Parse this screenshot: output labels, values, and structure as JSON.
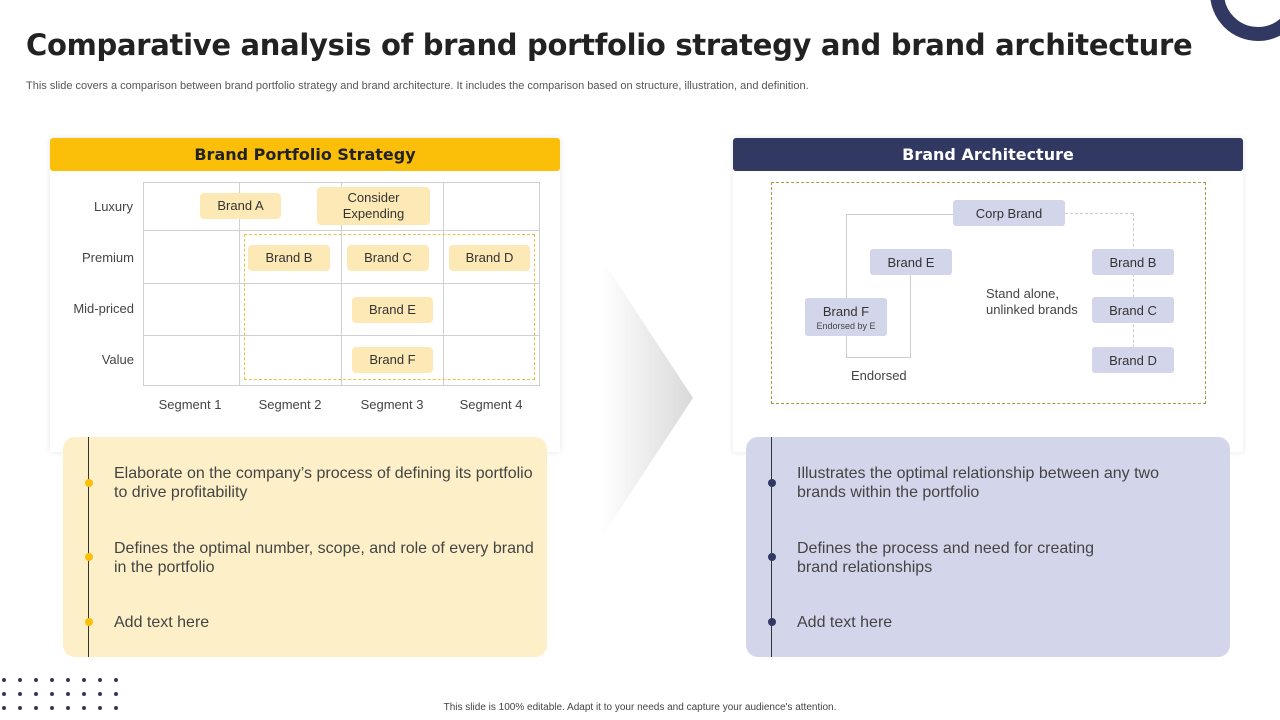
{
  "header": {
    "title": "Comparative analysis of brand portfolio strategy and brand architecture",
    "subtitle": "This slide covers a comparison between brand portfolio strategy and brand architecture. It includes the comparison based on structure, illustration, and definition."
  },
  "portfolio": {
    "heading": "Brand Portfolio Strategy",
    "rows": [
      "Luxury",
      "Premium",
      "Mid-priced",
      "Value"
    ],
    "columns": [
      "Segment 1",
      "Segment 2",
      "Segment 3",
      "Segment 4"
    ],
    "chips": {
      "brand_a": "Brand A",
      "consider": "Consider Expending",
      "brand_b": "Brand B",
      "brand_c": "Brand C",
      "brand_d": "Brand D",
      "brand_e": "Brand E",
      "brand_f": "Brand F"
    },
    "bullets": [
      "Elaborate on the company’s process of defining its portfolio to drive profitability",
      "Defines the optimal number, scope, and role of every brand in the portfolio",
      "Add text here"
    ]
  },
  "architecture": {
    "heading": "Brand Architecture",
    "corp": "Corp Brand",
    "brand_e": "Brand E",
    "brand_f": "Brand F",
    "brand_f_note": "Endorsed by E",
    "endorsed": "Endorsed",
    "standalone": "Stand alone, unlinked brands",
    "brand_b": "Brand B",
    "brand_c": "Brand C",
    "brand_d": "Brand D",
    "bullets": [
      "Illustrates  the optimal relationship between any two brands within the portfolio",
      "Defines the process and need for creating brand relationships",
      "Add text here"
    ]
  },
  "footer": "This slide is 100% editable. Adapt it to your needs and capture your audience's attention.",
  "colors": {
    "accent_yellow": "#fbbf0a",
    "accent_navy": "#313862",
    "chip_yellow": "#fde9b5",
    "chip_lavender": "#d3d5ea",
    "box_yellow": "#fdf0c9"
  },
  "icons": {
    "corner": "ring-decoration-icon",
    "dots": "dot-grid-decoration-icon",
    "arrow": "chevron-right-icon"
  }
}
